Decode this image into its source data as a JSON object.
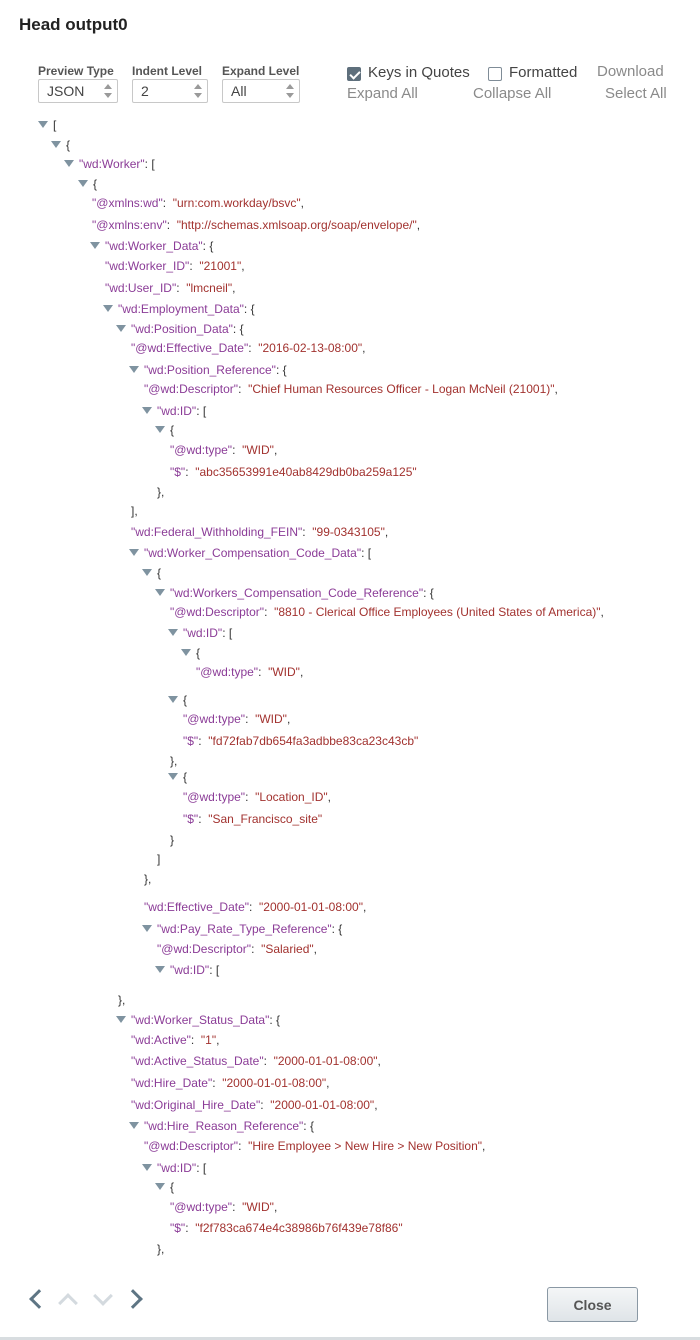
{
  "title": "Head output0",
  "controls": {
    "preview_type": {
      "label": "Preview Type",
      "value": "JSON"
    },
    "indent_level": {
      "label": "Indent Level",
      "value": "2"
    },
    "expand_level": {
      "label": "Expand Level",
      "value": "All"
    },
    "keys_in_quotes": {
      "label": "Keys in Quotes",
      "checked": true
    },
    "formatted": {
      "label": "Formatted",
      "checked": false
    },
    "download": "Download",
    "expand_all": "Expand All",
    "collapse_all": "Collapse All",
    "select_all": "Select All"
  },
  "tree": {
    "l01": "[",
    "l02": "{",
    "l03": {
      "k": "\"wd:Worker\"",
      "p": ": ["
    },
    "l04": "{",
    "l05": {
      "k": "\"@xmlns:wd\"",
      "v": "\"urn:com.workday/bsvc\""
    },
    "l06": {
      "k": "\"@xmlns:env\"",
      "v": "\"http://schemas.xmlsoap.org/soap/envelope/\""
    },
    "l07": {
      "k": "\"wd:Worker_Data\"",
      "p": ": {"
    },
    "l08": {
      "k": "\"wd:Worker_ID\"",
      "v": "\"21001\""
    },
    "l09": {
      "k": "\"wd:User_ID\"",
      "v": "\"lmcneil\""
    },
    "l10": {
      "k": "\"wd:Employment_Data\"",
      "p": ": {"
    },
    "l11": {
      "k": "\"wd:Position_Data\"",
      "p": ": {"
    },
    "l12": {
      "k": "\"@wd:Effective_Date\"",
      "v": "\"2016-02-13-08:00\""
    },
    "l13": {
      "k": "\"wd:Position_Reference\"",
      "p": ": {"
    },
    "l14": {
      "k": "\"@wd:Descriptor\"",
      "v": "\"Chief Human Resources Officer - Logan McNeil (21001)\""
    },
    "l15": {
      "k": "\"wd:ID\"",
      "p": ": ["
    },
    "l16": "{",
    "l17": {
      "k": "\"@wd:type\"",
      "v": "\"WID\""
    },
    "l18": {
      "k": "\"$\"",
      "v": "\"abc35653991e40ab8429db0ba259a125\""
    },
    "l19": "},",
    "l20": "],",
    "l21": {
      "k": "\"wd:Federal_Withholding_FEIN\"",
      "v": "\"99-0343105\""
    },
    "l22": {
      "k": "\"wd:Worker_Compensation_Code_Data\"",
      "p": ": ["
    },
    "l23": "{",
    "l24": {
      "k": "\"wd:Workers_Compensation_Code_Reference\"",
      "p": ": {"
    },
    "l25": {
      "k": "\"@wd:Descriptor\"",
      "v": "\"8810 - Clerical Office Employees (United States of America)\""
    },
    "l26": {
      "k": "\"wd:ID\"",
      "p": ": ["
    },
    "l27": "{",
    "l28": {
      "k": "\"@wd:type\"",
      "v": "\"WID\""
    },
    "l29": "{",
    "l30": {
      "k": "\"@wd:type\"",
      "v": "\"WID\""
    },
    "l31": {
      "k": "\"$\"",
      "v": "\"fd72fab7db654fa3adbbe83ca23c43cb\""
    },
    "l32": "},",
    "l33": "{",
    "l34": {
      "k": "\"@wd:type\"",
      "v": "\"Location_ID\""
    },
    "l35": {
      "k": "\"$\"",
      "v": "\"San_Francisco_site\""
    },
    "l36": "}",
    "l37": "]",
    "l38": "},",
    "l39": {
      "k": "\"wd:Effective_Date\"",
      "v": "\"2000-01-01-08:00\""
    },
    "l40": {
      "k": "\"wd:Pay_Rate_Type_Reference\"",
      "p": ": {"
    },
    "l41": {
      "k": "\"@wd:Descriptor\"",
      "v": "\"Salaried\""
    },
    "l42": {
      "k": "\"wd:ID\"",
      "p": ": ["
    },
    "l43": "},",
    "l44": {
      "k": "\"wd:Worker_Status_Data\"",
      "p": ": {"
    },
    "l45": {
      "k": "\"wd:Active\"",
      "v": "\"1\""
    },
    "l46": {
      "k": "\"wd:Active_Status_Date\"",
      "v": "\"2000-01-01-08:00\""
    },
    "l47": {
      "k": "\"wd:Hire_Date\"",
      "v": "\"2000-01-01-08:00\""
    },
    "l48": {
      "k": "\"wd:Original_Hire_Date\"",
      "v": "\"2000-01-01-08:00\""
    },
    "l49": {
      "k": "\"wd:Hire_Reason_Reference\"",
      "p": ": {"
    },
    "l50": {
      "k": "\"@wd:Descriptor\"",
      "v": "\"Hire Employee > New Hire > New Position\""
    },
    "l51": {
      "k": "\"wd:ID\"",
      "p": ": ["
    },
    "l52": "{",
    "l53": {
      "k": "\"@wd:type\"",
      "v": "\"WID\""
    },
    "l54": {
      "k": "\"$\"",
      "v": "\"f2f783ca674e4c38986b76f439e78f86\""
    },
    "l55": "},"
  },
  "footer": {
    "close_label": "Close"
  },
  "icons": {
    "prev": "chevron-left-icon",
    "up": "chevron-up-icon",
    "down": "chevron-down-icon",
    "next": "chevron-right-icon"
  }
}
